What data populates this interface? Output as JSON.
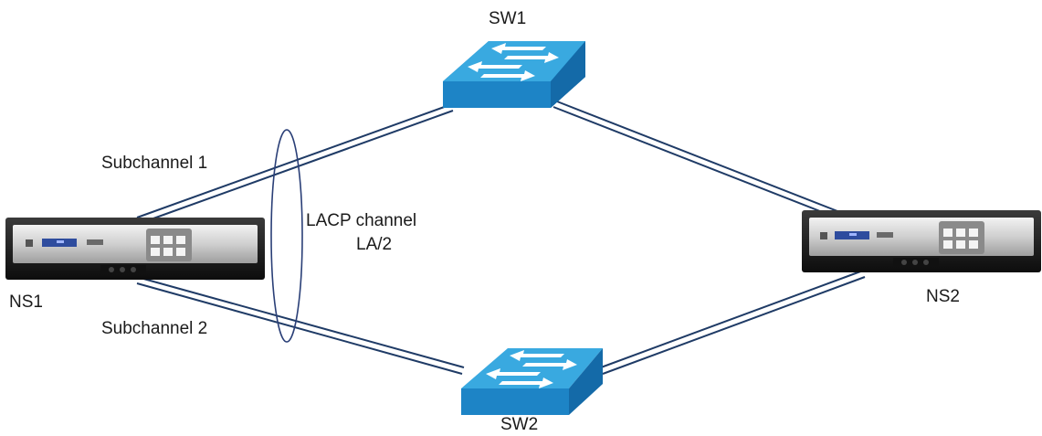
{
  "nodes": {
    "ns1": {
      "label": "NS1",
      "icon": "netscaler-appliance-icon"
    },
    "ns2": {
      "label": "NS2",
      "icon": "netscaler-appliance-icon"
    },
    "sw1": {
      "label": "SW1",
      "icon": "network-switch-icon"
    },
    "sw2": {
      "label": "SW2",
      "icon": "network-switch-icon"
    }
  },
  "links": [
    {
      "from": "ns1",
      "to": "sw1",
      "label": "Subchannel 1"
    },
    {
      "from": "ns1",
      "to": "sw2",
      "label": "Subchannel 2"
    },
    {
      "from": "sw1",
      "to": "ns2",
      "label": ""
    },
    {
      "from": "sw2",
      "to": "ns2",
      "label": ""
    }
  ],
  "lacp": {
    "line1": "LACP channel",
    "line2": "LA/2"
  },
  "colors": {
    "switch_top": "#39a9e0",
    "switch_front": "#1d84c6",
    "switch_side": "#146aa8",
    "link": "#1f3b66",
    "appliance_body": "#1c1c1c",
    "appliance_panel": "#d9d9d9",
    "lcd": "#2e4c9e",
    "ellipse": "#2a3f77"
  }
}
